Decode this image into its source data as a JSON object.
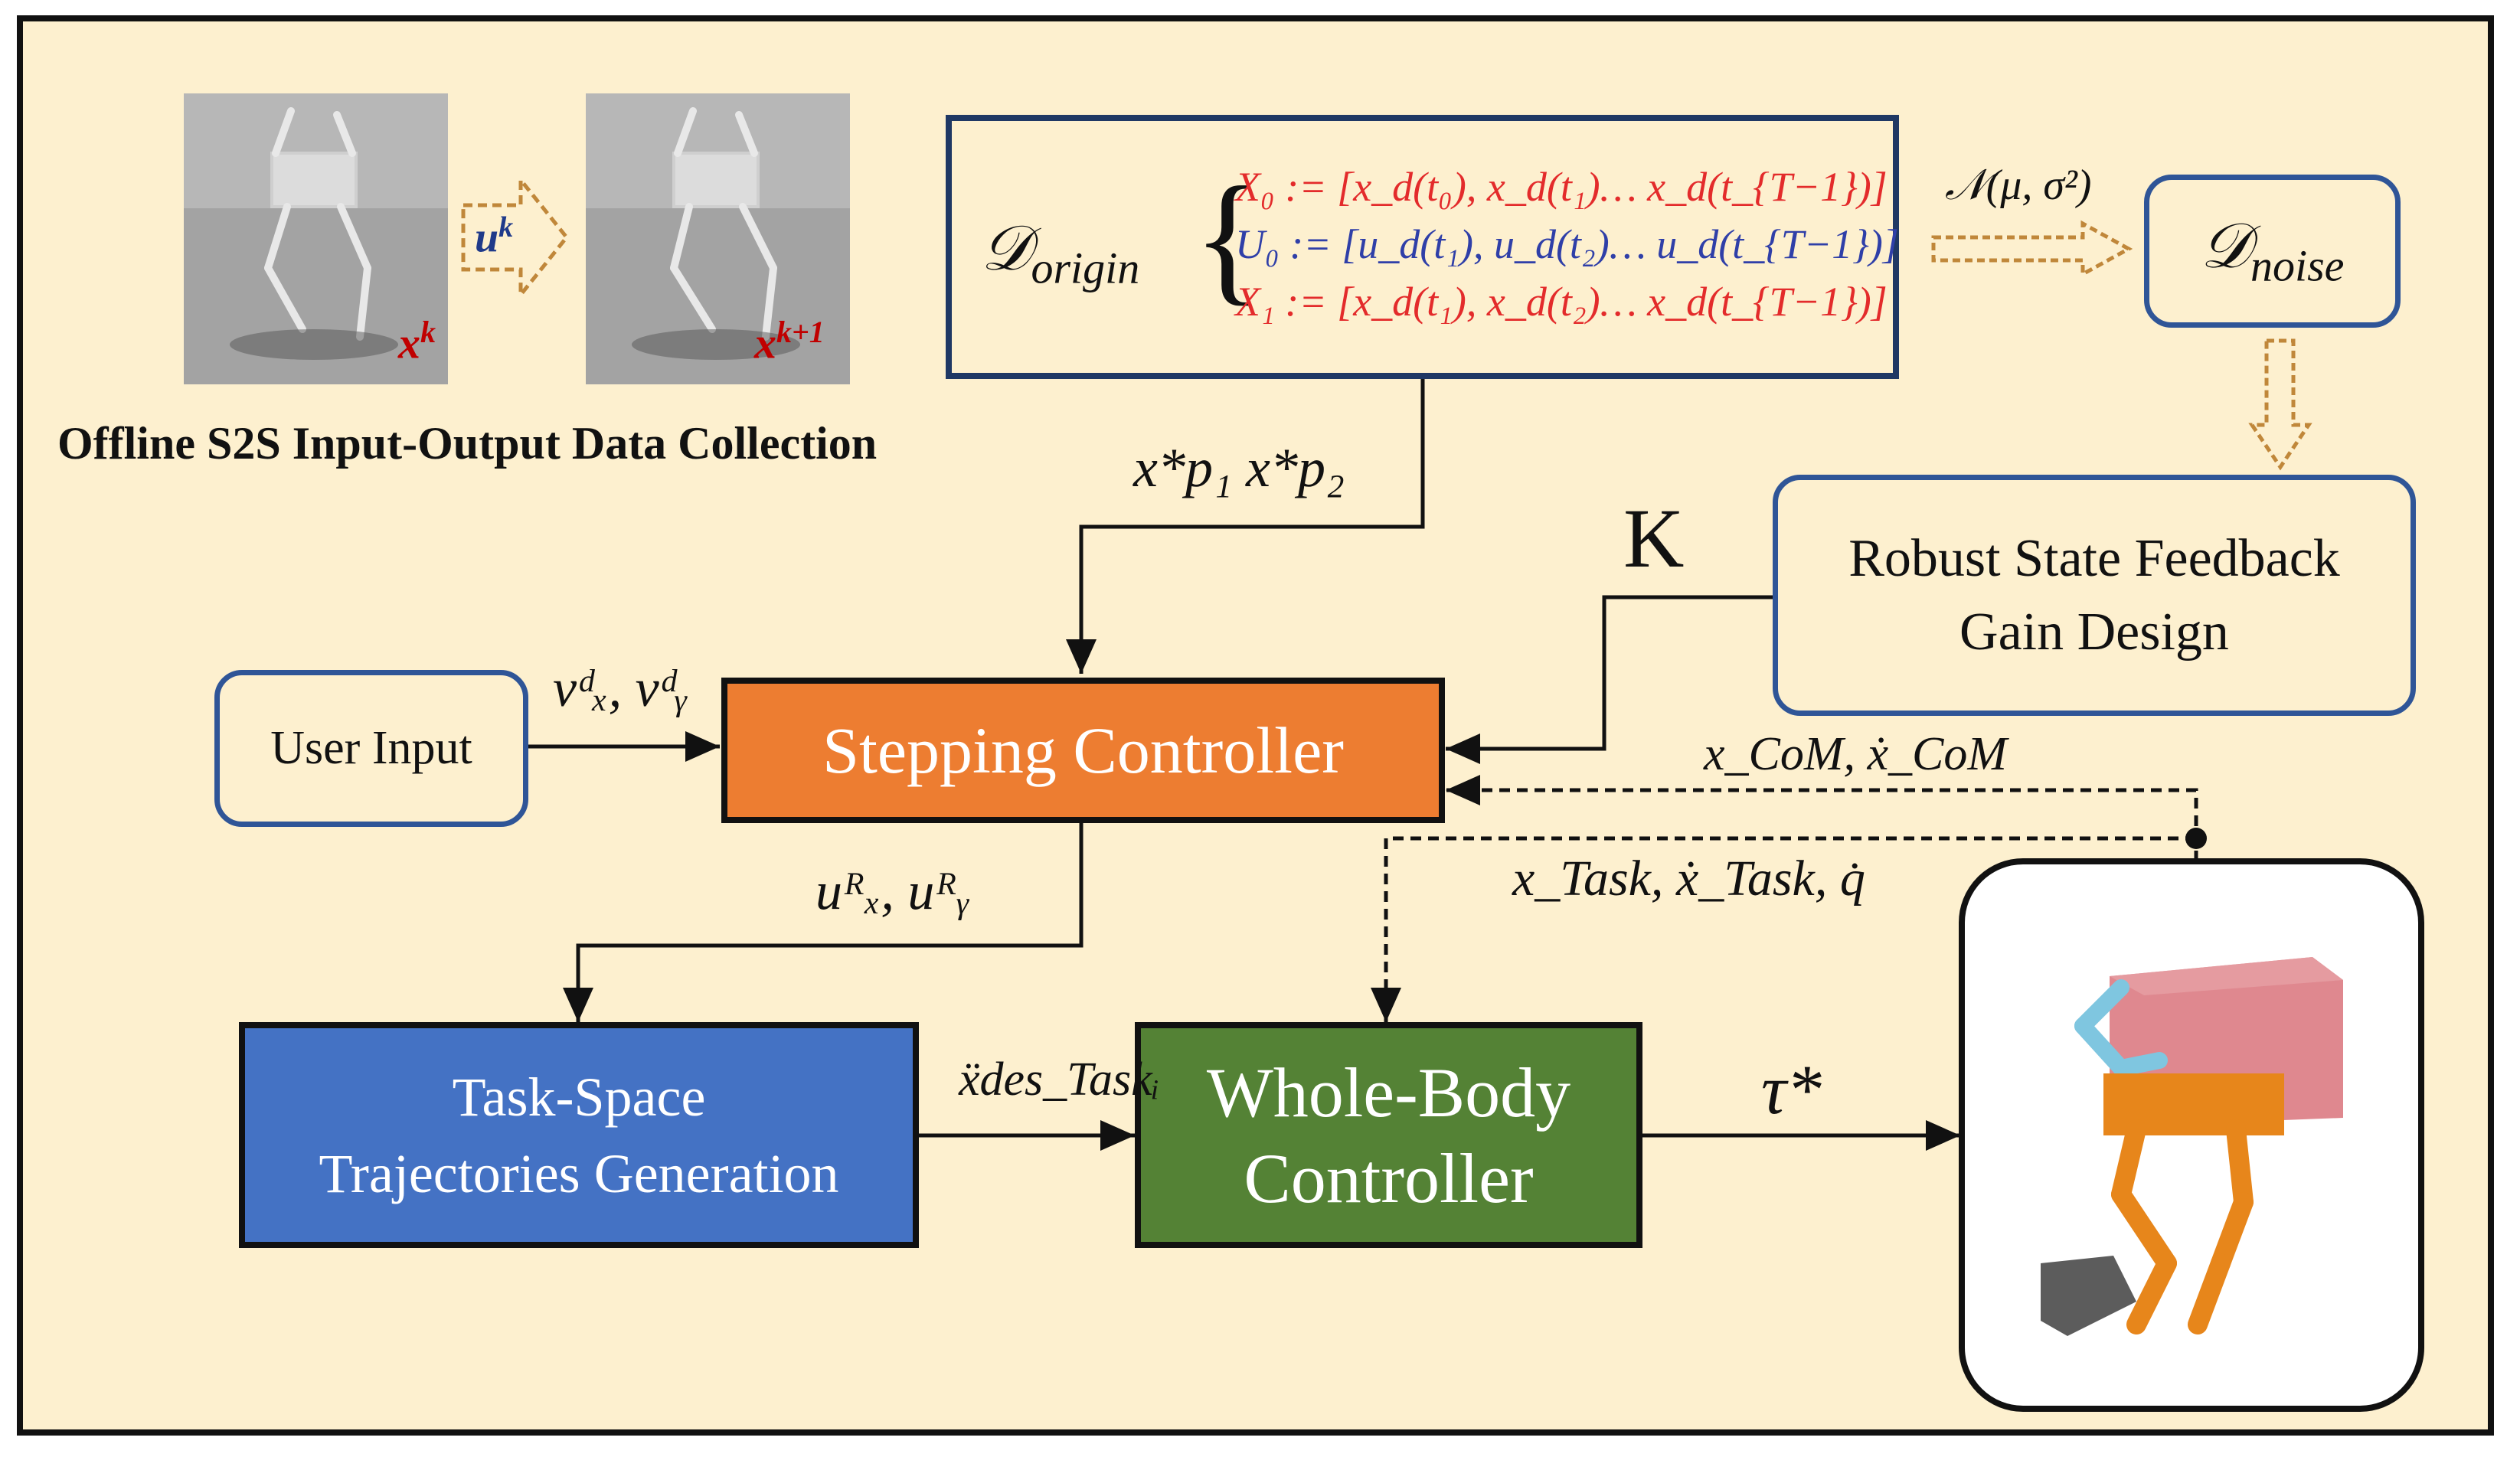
{
  "colors": {
    "background": "#fdf0cf",
    "frame": "#111111",
    "rounded_box_border": "#2f5597",
    "stepping_controller_fill": "#ed7d31",
    "task_space_fill": "#4472c4",
    "whole_body_fill": "#548235",
    "equation_red": "#e32b2b",
    "equation_blue": "#2f3fa8",
    "arrow_dashed_orange": "#c0873a"
  },
  "data_collection": {
    "caption": "Offline S2S Input-Output Data Collection",
    "state_label_left": "x",
    "state_label_left_sup": "k",
    "state_label_right": "x",
    "state_label_right_sup": "k+1",
    "input_label": "u",
    "input_label_sup": "k"
  },
  "dataset": {
    "origin_symbol": "𝒟",
    "origin_sub": "origin",
    "eq1": "X₀ := [x_d(t₀), x_d(t₁)… x_d(t_{T−1})]",
    "eq2": "U₀ := [u_d(t₁), u_d(t₂)… u_d(t_{T−1})]",
    "eq3": "X₁ := [x_d(t₁), x_d(t₂)… x_d(t_{T−1})]",
    "noise_dist": "𝒩(μ, σ²)",
    "noise_symbol": "𝒟",
    "noise_sub": "noise"
  },
  "blocks": {
    "robust_gain": "Robust State Feedback Gain Design",
    "user_input": "User Input",
    "stepping_controller": "Stepping Controller",
    "task_space_line1": "Task-Space",
    "task_space_line2": "Trajectories Generation",
    "whole_body_line1": "Whole-Body",
    "whole_body_line2": "Controller"
  },
  "signals": {
    "xp": "x*p₁  x*p₂",
    "gain_K": "K",
    "vd": "vᵈₓ, vᵈᵧ",
    "com": "x_CoM, ẋ_CoM",
    "task_state": "x_Task, ẋ_Task, q̇",
    "uR": "uᴿₓ, uᴿᵧ",
    "xdd_des": "ẍdes_Taskᵢ",
    "tau": "τ*"
  },
  "icons": [
    "humanoid-robot-icon",
    "robot-with-box-icon"
  ]
}
